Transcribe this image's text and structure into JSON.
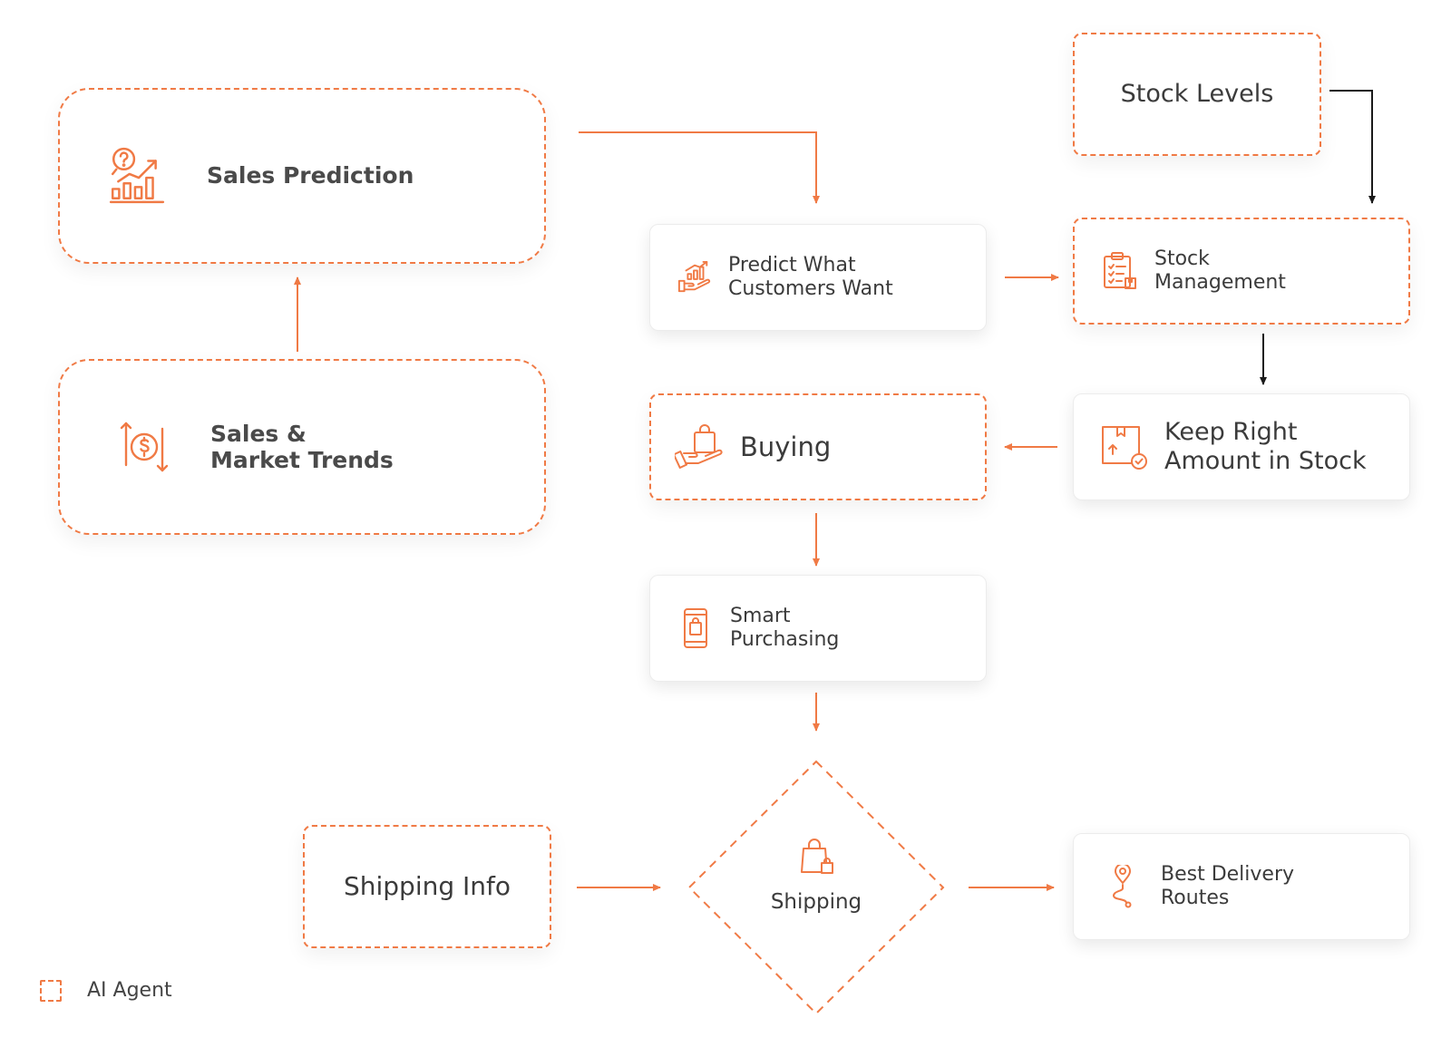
{
  "colors": {
    "accent": "#f07a45",
    "connector_dark": "#1a1a1a",
    "text": "#3b3b3b"
  },
  "nodes": {
    "sales_prediction": {
      "label": "Sales Prediction",
      "icon": "question-bar-chart-icon"
    },
    "sales_market_trends": {
      "label": "Sales & Market Trends",
      "icon": "dollar-exchange-arrows-icon"
    },
    "predict_customers": {
      "label": "Predict What Customers Want",
      "icon": "hand-growth-chart-icon"
    },
    "stock_levels": {
      "label": "Stock Levels"
    },
    "stock_management": {
      "label": "Stock Management",
      "icon": "clipboard-checklist-icon"
    },
    "keep_right_amount": {
      "label": "Keep Right Amount in Stock",
      "icon": "box-check-icon"
    },
    "buying": {
      "label": "Buying",
      "icon": "hand-shopping-bag-icon"
    },
    "smart_purchasing": {
      "label": "Smart Purchasing",
      "icon": "phone-shopping-bag-icon"
    },
    "shipping": {
      "label": "Shipping",
      "icon": "shopping-bag-icon"
    },
    "shipping_info": {
      "label": "Shipping Info"
    },
    "best_delivery_routes": {
      "label": "Best Delivery Routes",
      "icon": "route-pin-icon"
    }
  },
  "legend": {
    "label": "AI Agent"
  }
}
